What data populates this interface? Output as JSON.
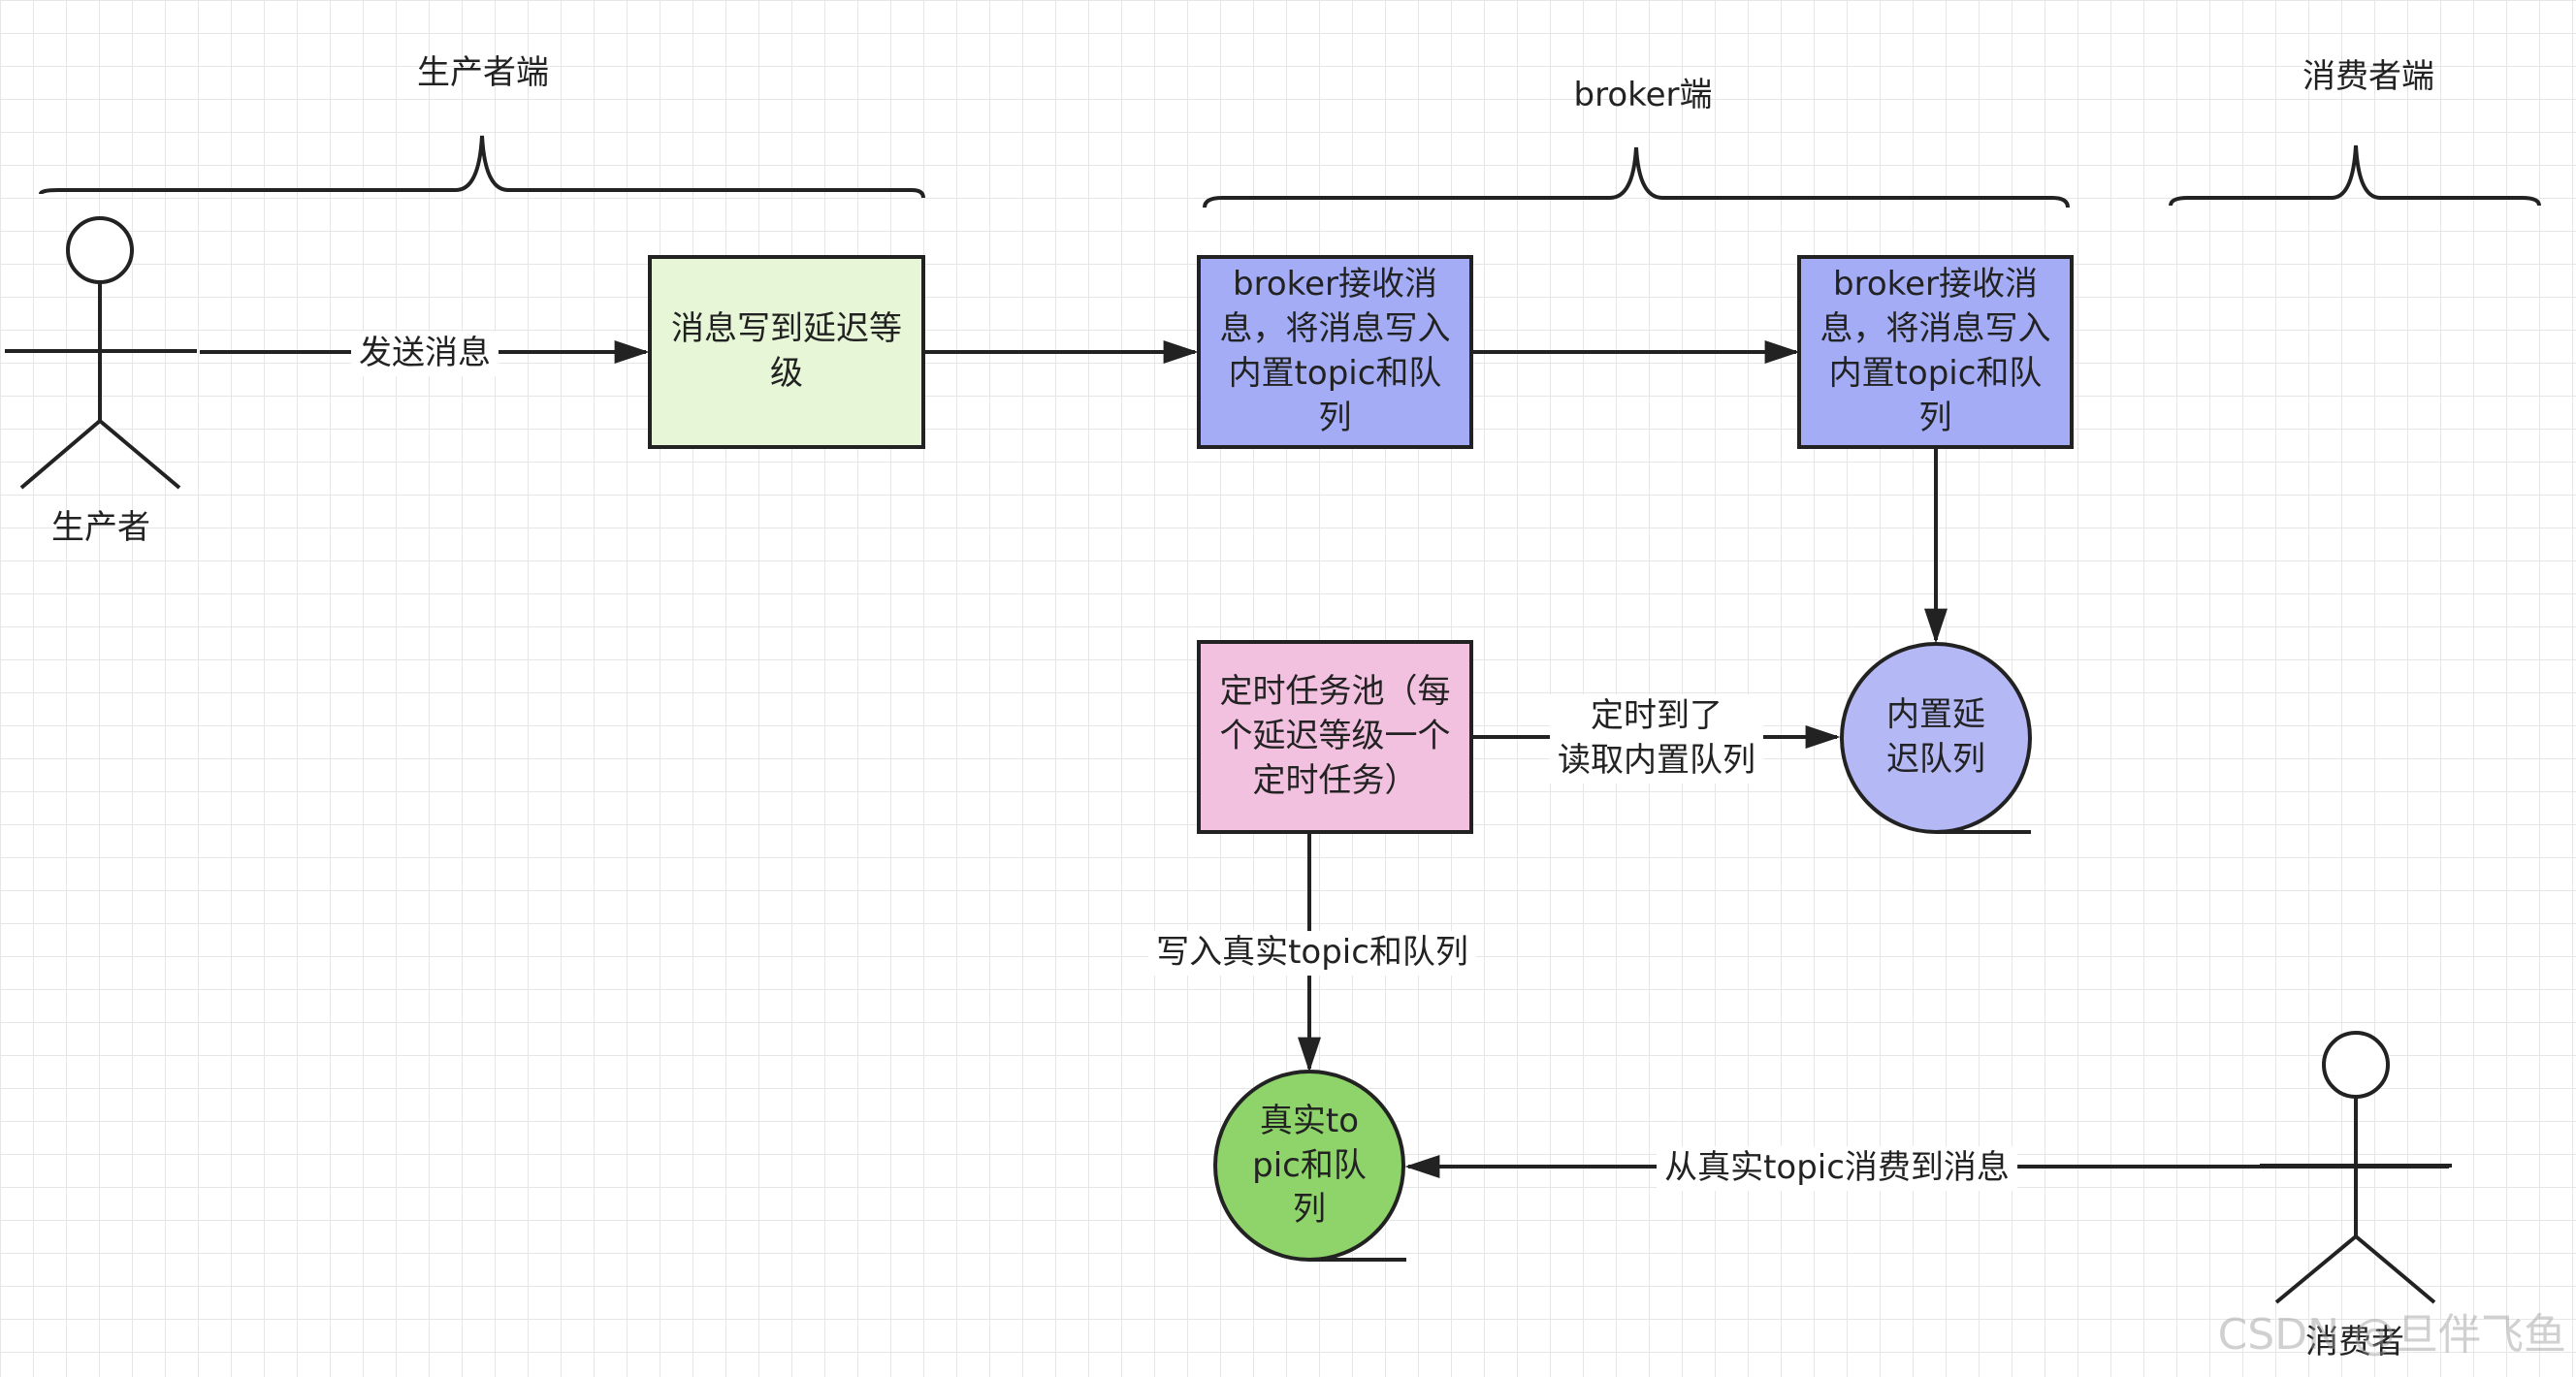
{
  "colors": {
    "stroke": "#222222",
    "green_box": "#e6f6d6",
    "blue_box": "#a3acf5",
    "pink_box": "#f2c1df",
    "blue_circle": "#b4b8f5",
    "green_circle": "#8fd46a"
  },
  "sections": {
    "producer": "生产者端",
    "broker": "broker端",
    "consumer": "消费者端"
  },
  "actors": {
    "producer": "生产者",
    "consumer": "消费者"
  },
  "nodes": {
    "write_level": "消息写到延迟等级",
    "broker_recv_1": "broker接收消息，将消息写入内置topic和队列",
    "broker_recv_2": "broker接收消息，将消息写入内置topic和队列",
    "timer_pool": "定时任务池（每个延迟等级一个定时任务）",
    "delay_queue": "内置延迟队列",
    "real_queue": "真实topic和队列"
  },
  "edges": {
    "send": "发送消息",
    "timer_line1": "定时到了",
    "timer_line2": "读取内置队列",
    "write_real": "写入真实topic和队列",
    "consume": "从真实topic消费到消息"
  },
  "watermark": "CSDN @旦伴飞鱼"
}
